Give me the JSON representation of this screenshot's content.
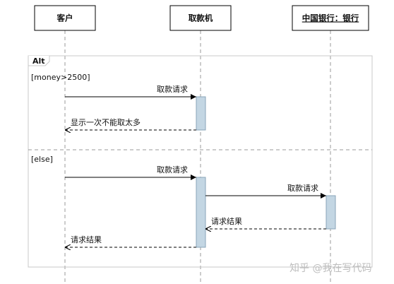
{
  "participants": {
    "customer": "客户",
    "atm": "取款机",
    "bank": "中国银行：银行"
  },
  "fragment": {
    "operator": "Alt",
    "guard_top": "[money>2500]",
    "guard_bottom": "[else]"
  },
  "messages": {
    "m1": "取款请求",
    "m2": "显示一次不能取太多",
    "m3": "取款请求",
    "m4": "取款请求",
    "m5": "请求结果",
    "m6": "请求结果"
  },
  "watermark": "知乎 @我在写代码",
  "colors": {
    "activation_fill": "#c3d6e3",
    "activation_stroke": "#8aa4b8",
    "frame_stroke": "#c8c8c8",
    "lifeline": "#9a9a9a"
  }
}
